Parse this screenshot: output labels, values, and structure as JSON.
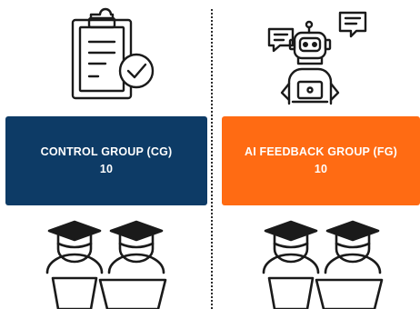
{
  "colors": {
    "control_group": "#0d3b66",
    "ai_feedback_group": "#ff6b13",
    "icon_stroke": "#1a1a1a"
  },
  "control_group": {
    "label": "CONTROL GROUP (CG)",
    "count": "10",
    "icon": "clipboard-check-icon",
    "participants_icon": "graduate-students-icon"
  },
  "ai_feedback_group": {
    "label": "AI FEEDBACK GROUP (FG)",
    "count": "10",
    "icon": "ai-robot-laptop-icon",
    "participants_icon": "graduate-students-icon"
  }
}
